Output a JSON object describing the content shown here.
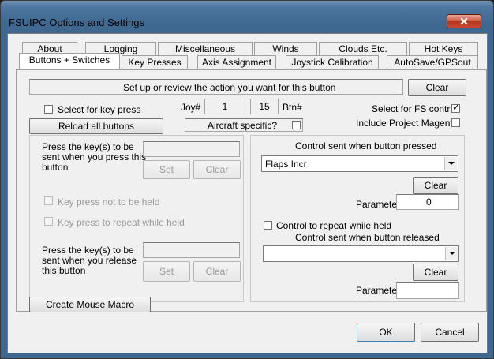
{
  "window": {
    "title": "FSUIPC Options and Settings",
    "close_glyph": "✕"
  },
  "tabs_row1": [
    "About",
    "Logging",
    "Miscellaneous",
    "Winds",
    "Clouds Etc.",
    "Hot Keys"
  ],
  "tabs_row2": [
    "Buttons + Switches",
    "Key Presses",
    "Axis Assignment",
    "Joystick Calibration",
    "AutoSave/GPSout"
  ],
  "header": {
    "prompt": "Set up or review the action you want for this button",
    "clear_label": "Clear"
  },
  "top": {
    "select_key_press": "Select for key press",
    "joy_label": "Joy#",
    "joy_value": "1",
    "btn_value": "15",
    "btn_label": "Btn#",
    "select_fs_control": "Select for FS control",
    "select_fs_control_checked": "✓",
    "reload_label": "Reload all buttons",
    "aircraft_specific": "Aircraft specific?",
    "include_project_magenta": "Include Project Magenta"
  },
  "left": {
    "press_line1": "Press the key(s) to be",
    "press_line2": "sent when you press this",
    "press_line3": "button",
    "set_label": "Set",
    "clear_label": "Clear",
    "not_held": "Key press not to be held",
    "repeat_held": "Key press to repeat while held",
    "release_line1": "Press the key(s) to be",
    "release_line2": "sent when you release",
    "release_line3": "this button",
    "set2_label": "Set",
    "clear2_label": "Clear",
    "mouse_macro": "Create Mouse Macro"
  },
  "right": {
    "pressed_title": "Control sent when button pressed",
    "pressed_value": "Flaps Incr",
    "clear_label": "Clear",
    "parameter_label": "Parameter",
    "parameter_value": "0",
    "repeat_label": "Control to repeat while held",
    "released_title": "Control sent when button released",
    "released_value": "",
    "clear2_label": "Clear",
    "parameter2_label": "Parameter",
    "parameter2_value": ""
  },
  "footer": {
    "ok": "OK",
    "cancel": "Cancel"
  }
}
